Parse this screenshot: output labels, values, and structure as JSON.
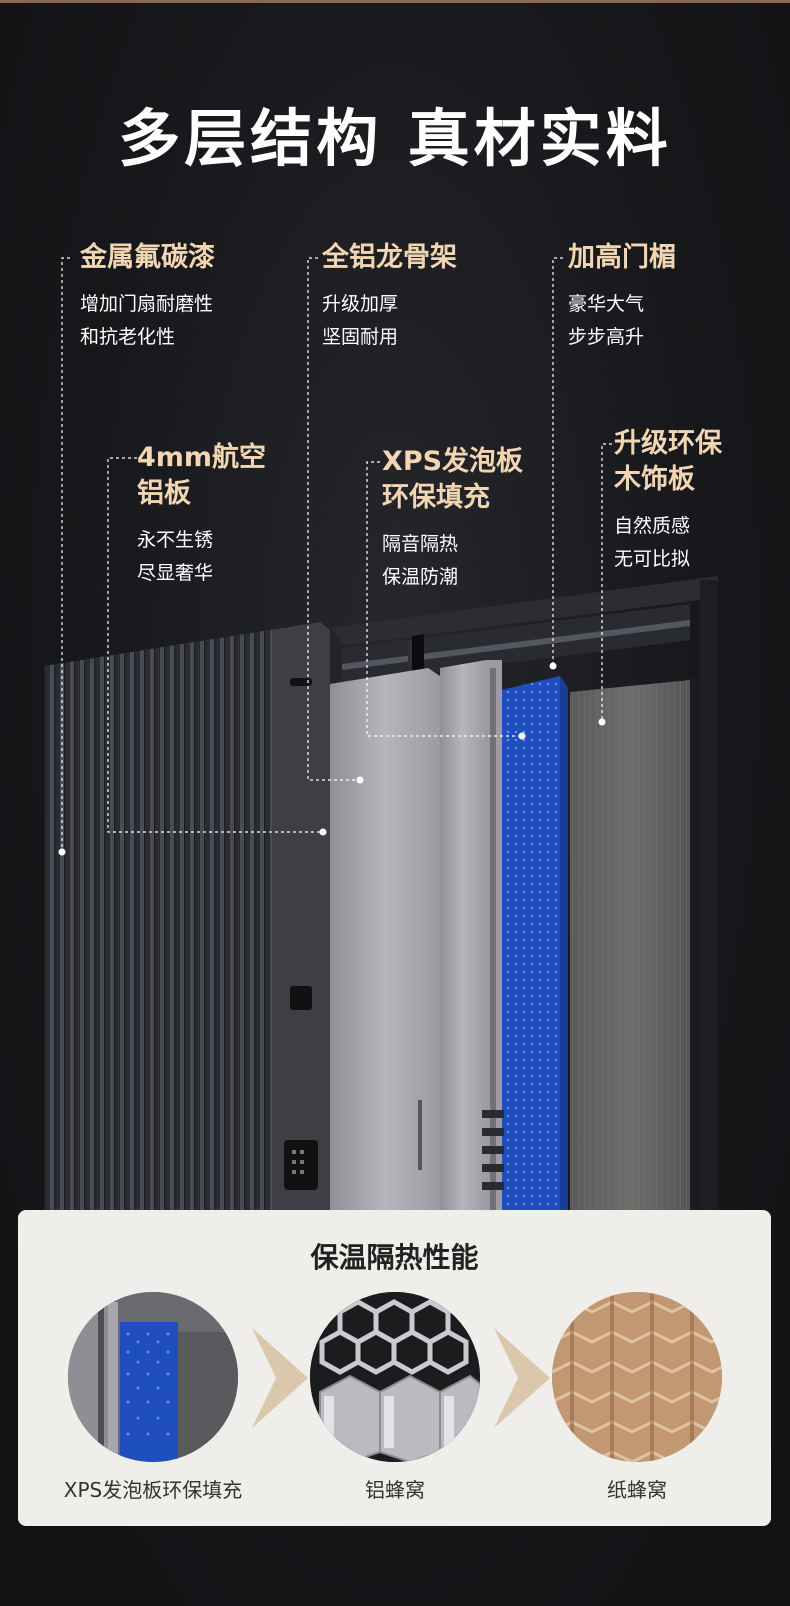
{
  "title": "多层结构 真材实料",
  "features": [
    {
      "heading": "金属氟碳漆",
      "desc": [
        "增加门扇耐磨性",
        "和抗老化性"
      ]
    },
    {
      "heading": "全铝龙骨架",
      "desc": [
        "升级加厚",
        "坚固耐用"
      ]
    },
    {
      "heading": "加高门楣",
      "desc": [
        "豪华大气",
        "步步高升"
      ]
    },
    {
      "heading": [
        "4mm航空",
        "铝板"
      ],
      "desc": [
        "永不生锈",
        "尽显奢华"
      ]
    },
    {
      "heading": [
        "XPS发泡板",
        "环保填充"
      ],
      "desc": [
        "隔音隔热",
        "保温防潮"
      ]
    },
    {
      "heading": [
        "升级环保",
        "木饰板"
      ],
      "desc": [
        "自然质感",
        "无可比拟"
      ]
    }
  ],
  "panel": {
    "title": "保温隔热性能",
    "items": [
      {
        "label": "XPS发泡板环保填充",
        "image": "xps-foam-board"
      },
      {
        "label": "铝蜂窝",
        "image": "aluminum-honeycomb"
      },
      {
        "label": "纸蜂窝",
        "image": "paper-honeycomb"
      }
    ]
  },
  "colors": {
    "accent_text": "#f2d6b4",
    "foam_blue": "#1f4fbf",
    "panel_bg": "#efeeea",
    "arrow_gold": "#c9a878"
  }
}
